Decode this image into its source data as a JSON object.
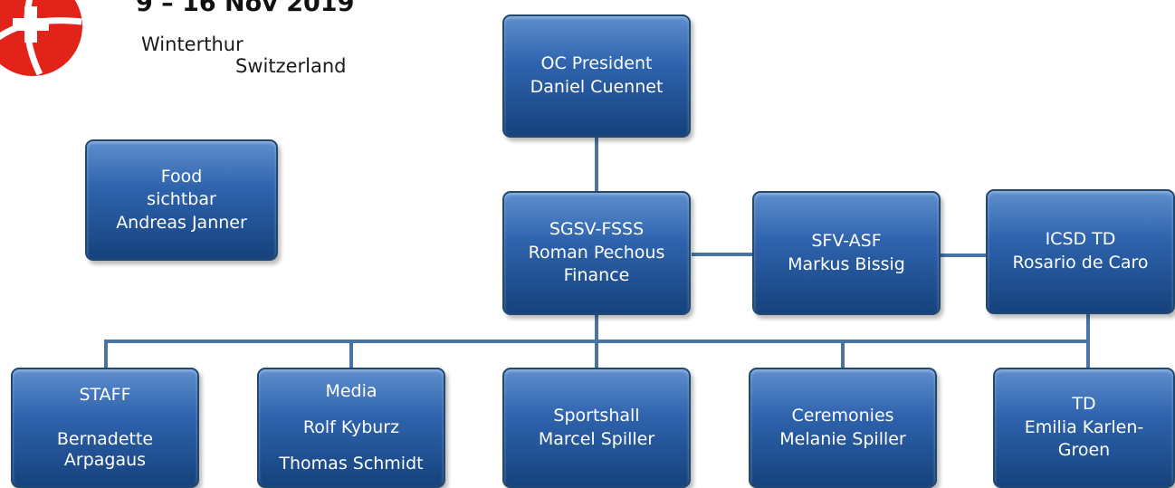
{
  "header": {
    "date_range": "9 – 16 Nov 2019",
    "city": "Winterthur",
    "country": "Switzerland"
  },
  "logo": {
    "icon": "swiss-cross-logo",
    "colors": {
      "red": "#e2231a",
      "white": "#ffffff"
    }
  },
  "org_chart": {
    "president": {
      "title": "OC President",
      "name": "Daniel Cuennet"
    },
    "food": {
      "title": "Food",
      "org": "sichtbar",
      "name": "Andreas Janner"
    },
    "sgsv": {
      "title": "SGSV-FSSS",
      "name": "Roman Pechous",
      "role": "Finance"
    },
    "sfv": {
      "title": "SFV-ASF",
      "name": "Markus Bissig"
    },
    "icsd": {
      "title": "ICSD TD",
      "name": "Rosario de Caro"
    },
    "staff": {
      "title": "STAFF",
      "name_line1": "Bernadette",
      "name_line2": "Arpagaus"
    },
    "media": {
      "title": "Media",
      "name1": "Rolf Kyburz",
      "name2": "Thomas Schmidt"
    },
    "sportshall": {
      "title": "Sportshall",
      "name": "Marcel Spiller"
    },
    "ceremonies": {
      "title": "Ceremonies",
      "name": "Melanie Spiller"
    },
    "td": {
      "title": "TD",
      "name_line1": "Emilia Karlen-",
      "name_line2": "Groen"
    }
  },
  "colors": {
    "box_fill": "#2e63ad",
    "box_border": "#21486f",
    "connector": "#4a73a6"
  }
}
